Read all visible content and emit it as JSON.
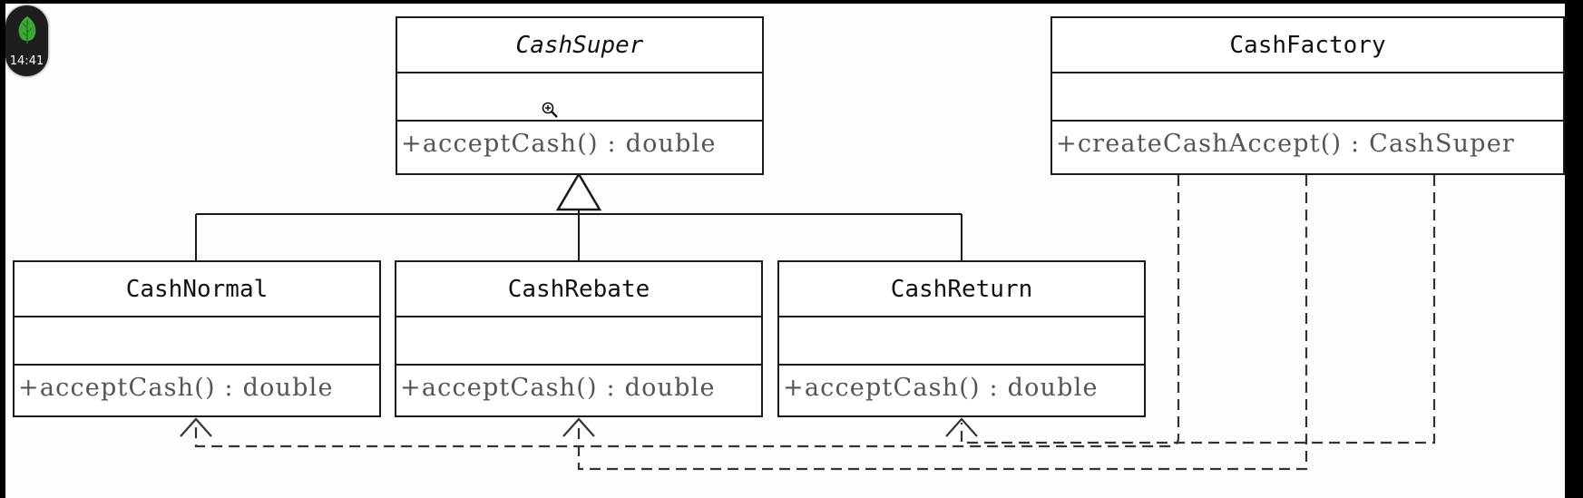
{
  "status": {
    "time": "14:41"
  },
  "classes": {
    "cash_super": {
      "name": "CashSuper",
      "operation": "+acceptCash() : double"
    },
    "cash_factory": {
      "name": "CashFactory",
      "operation": "+createCashAccept() : CashSuper"
    },
    "cash_normal": {
      "name": "CashNormal",
      "operation": "+acceptCash() : double"
    },
    "cash_rebate": {
      "name": "CashRebate",
      "operation": "+acceptCash() : double"
    },
    "cash_return": {
      "name": "CashReturn",
      "operation": "+acceptCash() : double"
    }
  },
  "relationships": [
    {
      "type": "generalization",
      "from": "CashNormal",
      "to": "CashSuper"
    },
    {
      "type": "generalization",
      "from": "CashRebate",
      "to": "CashSuper"
    },
    {
      "type": "generalization",
      "from": "CashReturn",
      "to": "CashSuper"
    },
    {
      "type": "dependency",
      "from": "CashFactory",
      "to": "CashNormal"
    },
    {
      "type": "dependency",
      "from": "CashFactory",
      "to": "CashRebate"
    },
    {
      "type": "dependency",
      "from": "CashFactory",
      "to": "CashReturn"
    }
  ],
  "colors": {
    "line": "#1a1a1a",
    "dashed": "#333333",
    "operation_text": "#555555",
    "badge_leaf": "#3fa535"
  },
  "icons": {
    "app_badge": "leaf-icon",
    "cursor": "zoom-in-icon"
  }
}
